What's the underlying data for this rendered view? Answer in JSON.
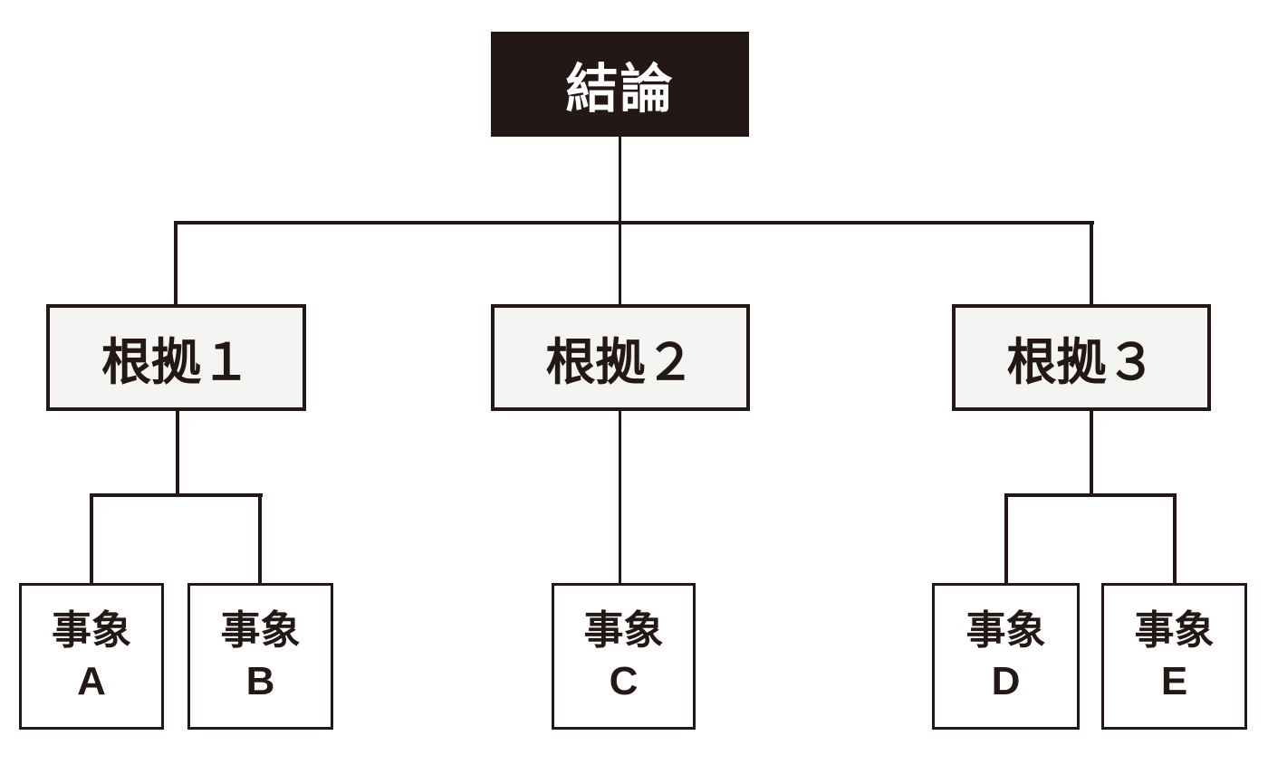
{
  "diagram": {
    "conclusion": {
      "label": "結論"
    },
    "evidence_nodes": [
      {
        "label": "根拠１"
      },
      {
        "label": "根拠２"
      },
      {
        "label": "根拠３"
      }
    ],
    "fact_nodes": [
      {
        "line1": "事象",
        "line2": "A"
      },
      {
        "line1": "事象",
        "line2": "B"
      },
      {
        "line1": "事象",
        "line2": "C"
      },
      {
        "line1": "事象",
        "line2": "D"
      },
      {
        "line1": "事象",
        "line2": "E"
      }
    ],
    "colors": {
      "ink": "#231815",
      "evidence_fill": "#f4f4f2",
      "fact_fill": "#ffffff",
      "background": "#ffffff",
      "conclusion_text": "#ffffff"
    }
  }
}
